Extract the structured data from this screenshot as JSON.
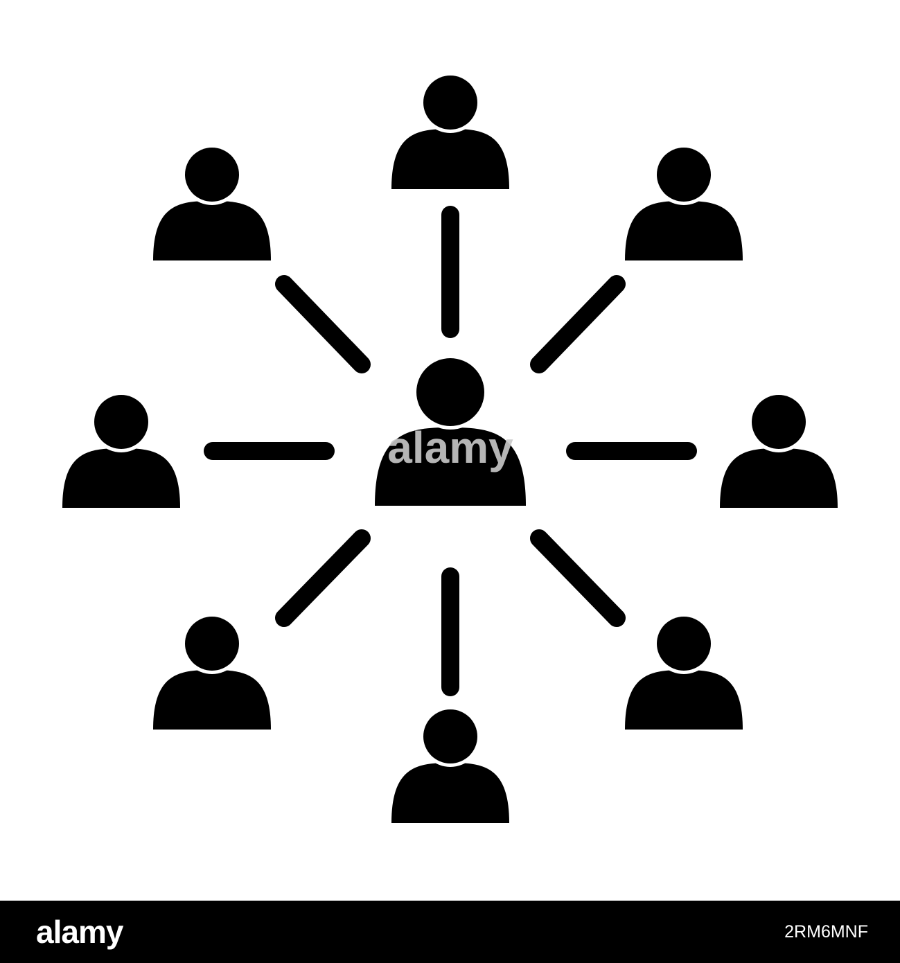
{
  "diagram": {
    "nodes": [
      {
        "id": "center",
        "role": "hub",
        "icon": "person-icon"
      },
      {
        "id": "top",
        "icon": "person-icon"
      },
      {
        "id": "top-left",
        "icon": "person-icon"
      },
      {
        "id": "top-right",
        "icon": "person-icon"
      },
      {
        "id": "left",
        "icon": "person-icon"
      },
      {
        "id": "right",
        "icon": "person-icon"
      },
      {
        "id": "bottom-left",
        "icon": "person-icon"
      },
      {
        "id": "bottom",
        "icon": "person-icon"
      },
      {
        "id": "bottom-right",
        "icon": "person-icon"
      }
    ],
    "edges": [
      {
        "from": "center",
        "to": "top"
      },
      {
        "from": "center",
        "to": "top-left"
      },
      {
        "from": "center",
        "to": "top-right"
      },
      {
        "from": "center",
        "to": "left"
      },
      {
        "from": "center",
        "to": "right"
      },
      {
        "from": "center",
        "to": "bottom-left"
      },
      {
        "from": "center",
        "to": "bottom"
      },
      {
        "from": "center",
        "to": "bottom-right"
      }
    ],
    "colors": {
      "icon": "#000000",
      "background": "#ffffff"
    }
  },
  "watermark": {
    "text": "alamy"
  },
  "footer": {
    "logo": "alamy",
    "image_id": "2RM6MNF",
    "background": "#000000",
    "text_color": "#ffffff"
  }
}
